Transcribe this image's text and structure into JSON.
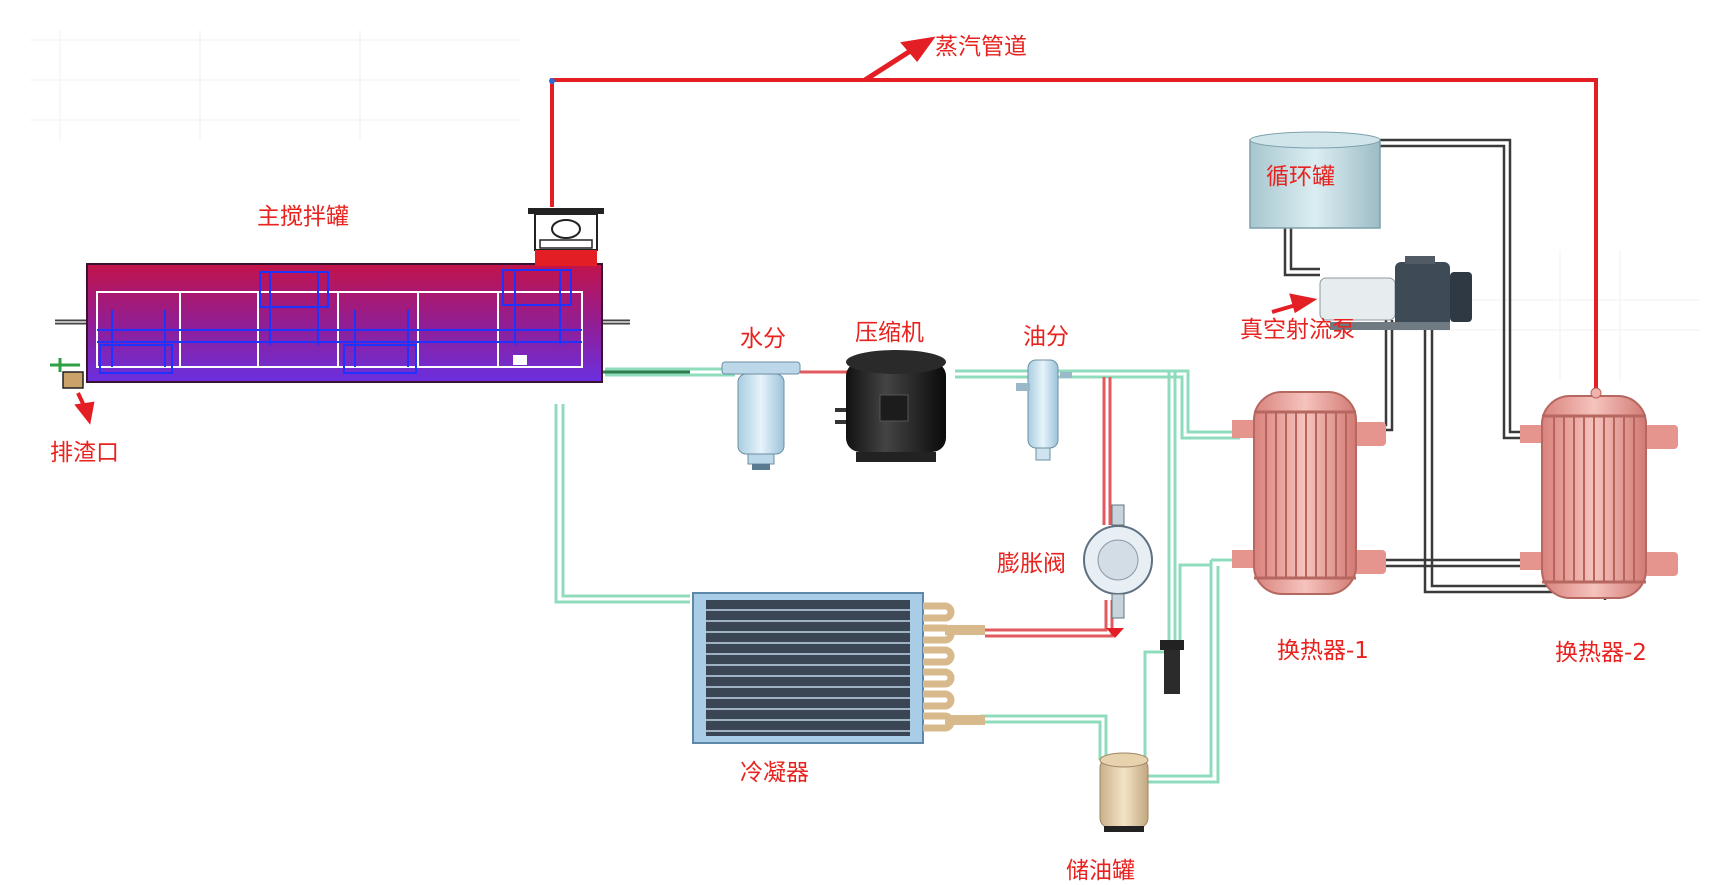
{
  "labels": {
    "steam_pipe": "蒸汽管道",
    "main_tank": "主搅拌罐",
    "slag_outlet": "排渣口",
    "water_separator": "水分",
    "compressor": "压缩机",
    "oil_separator": "油分",
    "vacuum_jet_pump": "真空射流泵",
    "circulation_tank": "循环罐",
    "expansion_valve": "膨胀阀",
    "condenser": "冷凝器",
    "oil_tank": "储油罐",
    "heat_exchanger_1": "换热器-1",
    "heat_exchanger_2": "换热器-2"
  },
  "colors": {
    "steam_line": "#e31e24",
    "refrigerant_line": "#8fdcbc",
    "hot_line": "#e2595e",
    "label_text": "#e8231f",
    "tank_body": "#b0164f",
    "tank_inner": "#7a2bd6",
    "exchanger": "#e8a09a",
    "condenser_fins": "#3a4654"
  }
}
